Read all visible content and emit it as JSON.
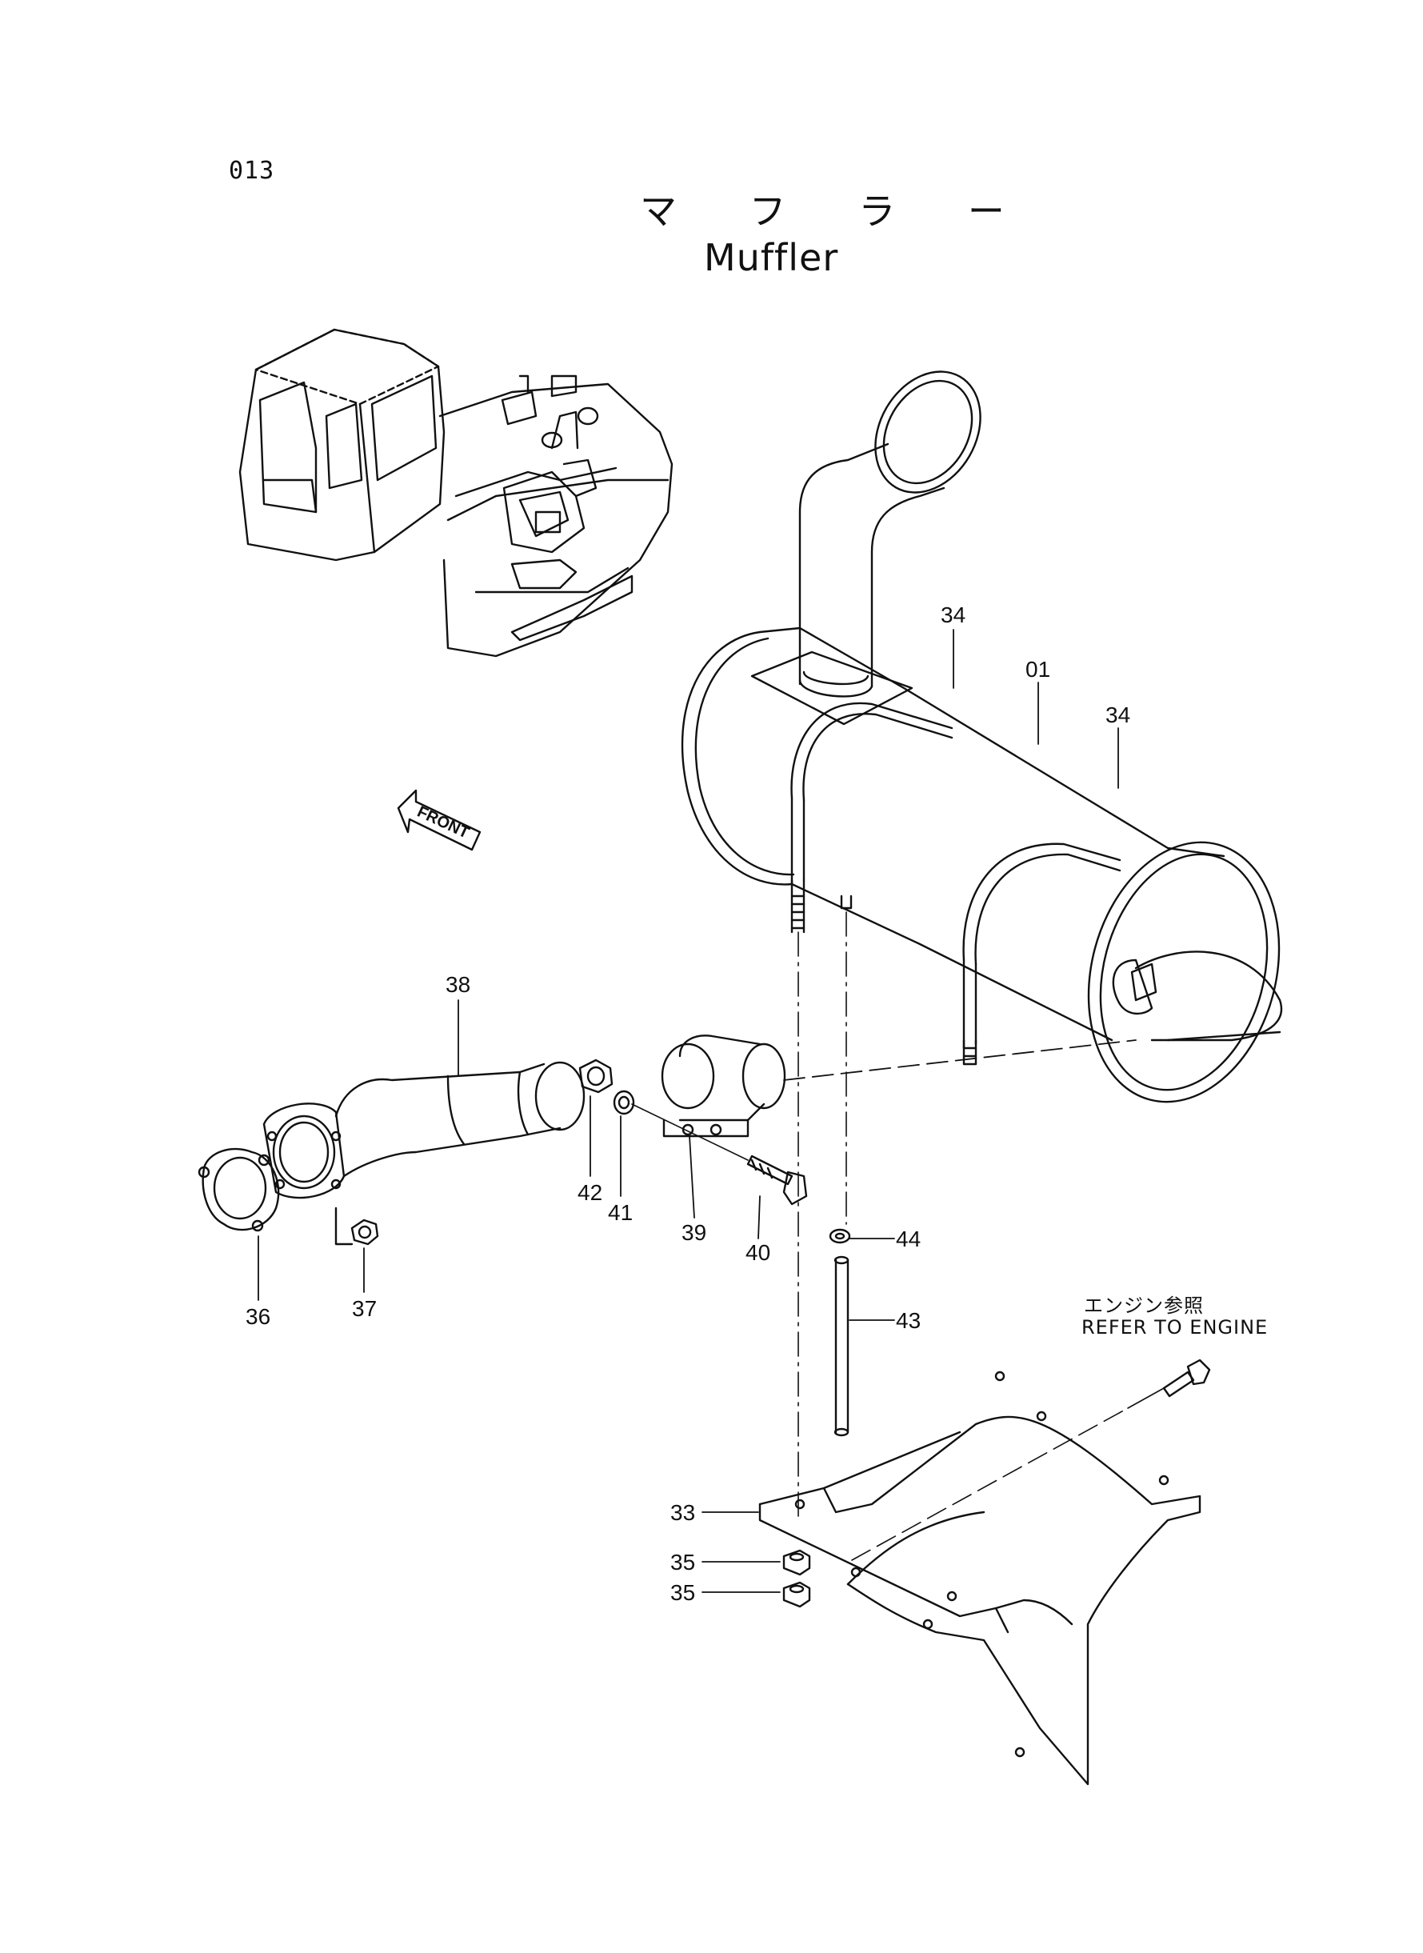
{
  "header": {
    "page_number": "013",
    "title_japanese": "マ フ ラ ー",
    "title_english": "Muffler"
  },
  "notes": {
    "refer_japanese": "エンジン参照",
    "refer_english": "REFER TO ENGINE"
  },
  "front_arrow_label": "FRONT",
  "callouts": {
    "muffler": "01",
    "band_left": "34",
    "band_right": "34",
    "pipe": "38",
    "nut_42": "42",
    "washer_41": "41",
    "clamp": "39",
    "bolt_40": "40",
    "gasket": "36",
    "nut_37": "37",
    "washer_44": "44",
    "rod_43": "43",
    "bracket": "33",
    "nut_35_a": "35",
    "nut_35_b": "35"
  }
}
